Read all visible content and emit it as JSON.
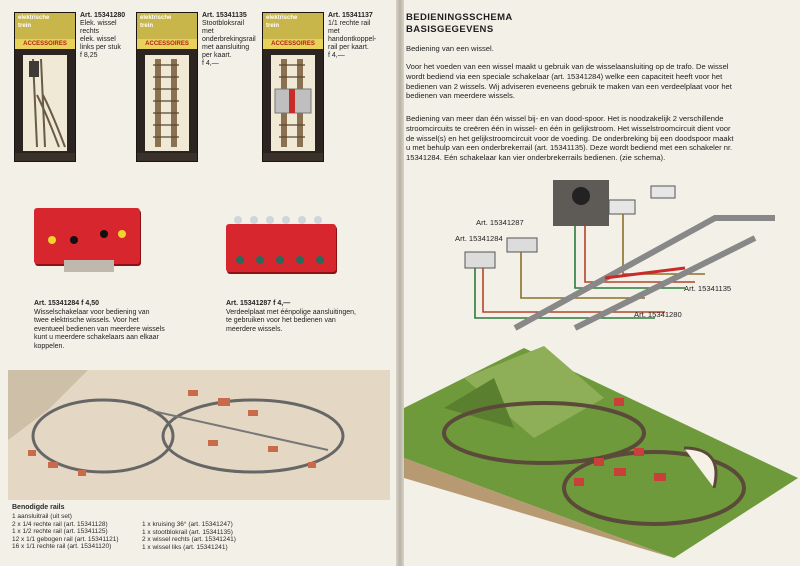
{
  "left": {
    "packs": [
      {
        "brand1": "elektrische",
        "brand2": "trein",
        "band": "ACCESSOIRES",
        "art": "Art. 15341280",
        "desc": [
          "Elek. wissel",
          "rechts",
          "elek. wissel",
          "links per stuk"
        ],
        "price": "f 8,25"
      },
      {
        "brand1": "elektrische",
        "brand2": "trein",
        "band": "ACCESSOIRES",
        "art": "Art. 15341135",
        "desc": [
          "Stootbloksrail",
          "met",
          "onderbrekingsrail",
          "met aansluiting",
          "per kaart."
        ],
        "price": "f 4,—"
      },
      {
        "brand1": "elektrische",
        "brand2": "trein",
        "band": "ACCESSOIRES",
        "art": "Art. 15341137",
        "desc": [
          "1/1 rechte rail",
          "met",
          "handontkoppel-",
          "rail per kaart."
        ],
        "price": "f 4,—"
      }
    ],
    "box1": {
      "art": "Art. 15341284  f 4,50",
      "lines": [
        "Wisselschakelaar voor bediening van",
        "twee elektrische wissels. Voor het",
        "eventueel bedienen van meerdere wissels",
        "kunt u meerdere schakelaars aan elkaar",
        "koppelen."
      ]
    },
    "box2": {
      "art": "Art. 15341287  f 4,—",
      "lines": [
        "Verdeelplaat met éénpolige aansluitingen,",
        "te gebruiken voor het bedienen van",
        "meerdere wissels."
      ]
    },
    "needed_title": "Benodigde rails",
    "needed_col1": [
      "1 aansluitrail (uit set)",
      "2 x 1/4 rechte rail (art. 15341128)",
      "1 x 1/2 rechte rail (art. 15341125)",
      "12 x 1/1 gebogen rail (art. 15341121)",
      "16 x 1/1 rechte rail (art. 15341120)"
    ],
    "needed_col2": [
      "1 x kruising 36° (art. 15341247)",
      "1 x stootblokrail (art. 15341135)",
      "2 x wissel rechts (art. 15341241)",
      "1 x wissel liks (art. 15341241)"
    ]
  },
  "right": {
    "title1": "BEDIENINGSSCHEMA",
    "title2": "BASISGEGEVENS",
    "p1": "Bediening van een wissel.",
    "p2": [
      "Voor het voeden van een wissel maakt u gebruik van de wisselaansluiting op de trafo. De wissel",
      "wordt bediend via een speciale schakelaar (art. 15341284) welke een capaciteit heeft voor het",
      "bedienen van 2 wissels. Wij adviseren eveneens gebruik te maken van een verdeelplaat voor het",
      "bedienen van meerdere wissels."
    ],
    "p3": [
      "Bediening van meer dan één wissel bij- en van dood-spoor. Het is noodzakelijk 2 verschillende",
      "stroomcircuits te creëren één in wissel- en één in gelijkstroom. Het wisselstroomcircuit dient voor",
      "de wissel(s) en het gelijkstroomcircuit voor de voeding. De onderbreking bij een doodspoor maakt",
      "u met behulp van een onderbrekerrail (art. 15341135). Deze wordt bediend met een schakeler nr.",
      "15341284. Eén schakelaar kan vier onderbrekerrails bedienen. (zie schema)."
    ],
    "labels": {
      "a": "Art. 15341287",
      "b": "Art. 15341284",
      "c": "Art. 15341135",
      "d": "Art. 15341280"
    }
  },
  "colors": {
    "red": "#d8262f",
    "pack_gold": "#c9b64a",
    "paper": "#f3f0e8"
  }
}
